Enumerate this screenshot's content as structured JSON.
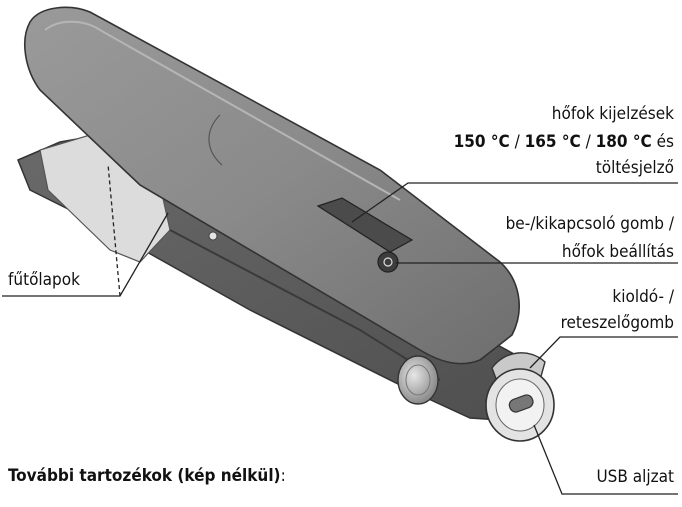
{
  "labels": {
    "display_line1": "hőfok kijelzések",
    "display_t1": "150 °C",
    "display_sep1": " / ",
    "display_t2": "165 °C",
    "display_sep2": " / ",
    "display_t3": "180 °C",
    "display_and": " és",
    "display_line3": "töltésjelző",
    "power_line1": "be-/kikapcsoló gomb /",
    "power_line2": "hőfok beállítás",
    "lock_line1": "kioldó- /",
    "lock_line2": "reteszelőgomb",
    "plates": "fűtőlapok",
    "usb": "USB aljzat"
  },
  "footer": {
    "text": "További tartozékok (kép nélkül)",
    "colon": ":"
  },
  "colors": {
    "body_dark": "#6f6f6f",
    "body_mid": "#8c8c8c",
    "body_light": "#a9a9a9",
    "plate": "#d9d9d9",
    "line": "#222222"
  }
}
